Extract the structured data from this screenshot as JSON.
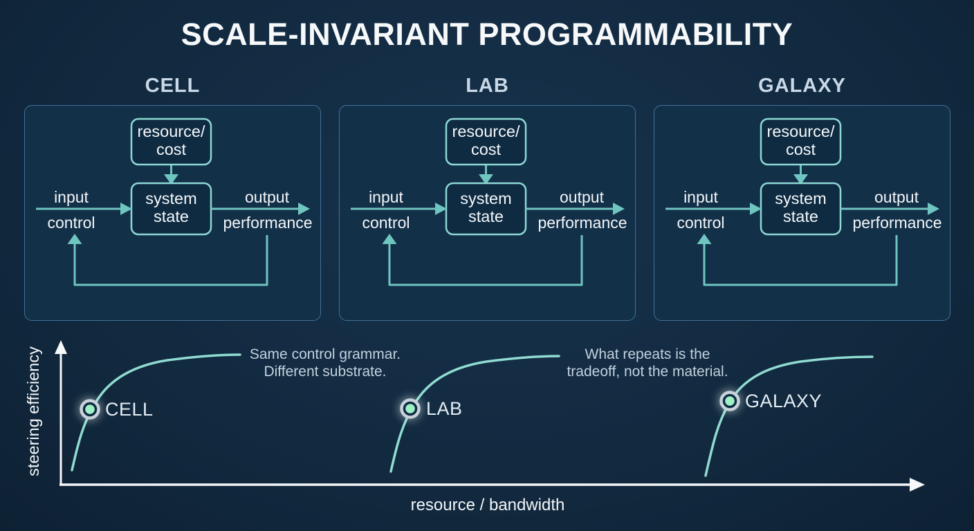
{
  "title": "SCALE-INVARIANT PROGRAMMABILITY",
  "panels": [
    {
      "name": "CELL",
      "boxes": {
        "resource_line1": "resource/",
        "resource_line2": "cost",
        "state_line1": "system",
        "state_line2": "state"
      },
      "labels": {
        "input": "input",
        "control": "control",
        "output": "output",
        "performance": "performance"
      }
    },
    {
      "name": "LAB",
      "boxes": {
        "resource_line1": "resource/",
        "resource_line2": "cost",
        "state_line1": "system",
        "state_line2": "state"
      },
      "labels": {
        "input": "input",
        "control": "control",
        "output": "output",
        "performance": "performance"
      }
    },
    {
      "name": "GALAXY",
      "boxes": {
        "resource_line1": "resource/",
        "resource_line2": "cost",
        "state_line1": "system",
        "state_line2": "state"
      },
      "labels": {
        "input": "input",
        "control": "control",
        "output": "output",
        "performance": "performance"
      }
    }
  ],
  "chart": {
    "y_axis_label": "steering efficiency",
    "x_axis_label": "resource / bandwidth",
    "points": [
      {
        "label": "CELL"
      },
      {
        "label": "LAB"
      },
      {
        "label": "GALAXY"
      }
    ],
    "annotations": [
      {
        "line1": "Same control grammar.",
        "line2": "Different substrate."
      },
      {
        "line1": "What repeats is the",
        "line2": "tradeoff, not the material."
      }
    ]
  },
  "chart_data": {
    "type": "line",
    "title": "",
    "xlabel": "resource / bandwidth",
    "ylabel": "steering efficiency",
    "axis_ticks": "none (qualitative axes with arrowheads)",
    "grid": false,
    "legend_position": "none",
    "xlim": [
      0,
      1
    ],
    "ylim": [
      0,
      1
    ],
    "series": [
      {
        "name": "CELL curve",
        "x": [
          0.013,
          0.034,
          0.06,
          0.11,
          0.16,
          0.21
        ],
        "y": [
          0.1,
          0.53,
          0.74,
          0.86,
          0.9,
          0.92
        ],
        "marker_point": {
          "label": "CELL",
          "x": 0.034,
          "y": 0.53
        }
      },
      {
        "name": "LAB curve",
        "x": [
          0.387,
          0.41,
          0.44,
          0.49,
          0.53,
          0.58
        ],
        "y": [
          0.09,
          0.54,
          0.74,
          0.86,
          0.89,
          0.9
        ],
        "marker_point": {
          "label": "LAB",
          "x": 0.41,
          "y": 0.54
        }
      },
      {
        "name": "GALAXY curve",
        "x": [
          0.757,
          0.785,
          0.81,
          0.86,
          0.91,
          0.95
        ],
        "y": [
          0.06,
          0.59,
          0.76,
          0.86,
          0.89,
          0.9
        ],
        "marker_point": {
          "label": "GALAXY",
          "x": 0.785,
          "y": 0.59
        }
      }
    ],
    "annotations": [
      "Same control grammar. Different substrate.",
      "What repeats is the tradeoff, not the material."
    ]
  },
  "colors": {
    "background": "#122a40",
    "panel_background": "#133049",
    "panel_border": "#40719a",
    "box_border_teal": "#8dd8d4",
    "arrow_teal": "#6fc5c0",
    "curve_teal": "#90dbd2",
    "marker_green": "#9ff0c6",
    "marker_ring": "#c9d2da",
    "axis_white": "#f6f8fa",
    "header_text": "#c9d8e6",
    "annotation_text": "#c2d1dd"
  }
}
